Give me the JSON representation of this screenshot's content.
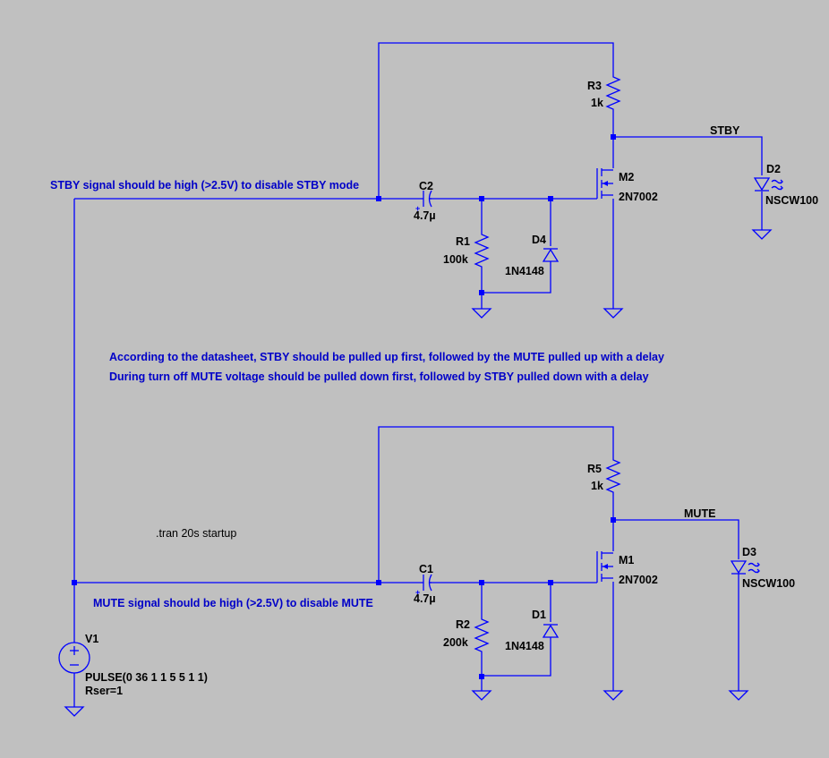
{
  "comments": {
    "stby_note": "STBY signal should be high (>2.5V) to disable STBY mode",
    "datasheet_note_1": "According to the datasheet, STBY should be pulled up first, followed by the MUTE pulled up with a delay",
    "datasheet_note_2": "During turn off MUTE voltage should be pulled down first, followed by STBY pulled down with a delay",
    "mute_note": "MUTE signal should be high (>2.5V) to disable MUTE",
    "tran_directive": ".tran 20s startup"
  },
  "nets": {
    "stby": "STBY",
    "mute": "MUTE"
  },
  "components": {
    "r3": {
      "ref": "R3",
      "value": "1k"
    },
    "r5": {
      "ref": "R5",
      "value": "1k"
    },
    "r1": {
      "ref": "R1",
      "value": "100k"
    },
    "r2": {
      "ref": "R2",
      "value": "200k"
    },
    "c2": {
      "ref": "C2",
      "value": "4.7µ"
    },
    "c1": {
      "ref": "C1",
      "value": "4.7µ"
    },
    "m2": {
      "ref": "M2",
      "value": "2N7002"
    },
    "m1": {
      "ref": "M1",
      "value": "2N7002"
    },
    "d4": {
      "ref": "D4",
      "value": "1N4148"
    },
    "d1": {
      "ref": "D1",
      "value": "1N4148"
    },
    "d2": {
      "ref": "D2",
      "value": "NSCW100"
    },
    "d3": {
      "ref": "D3",
      "value": "NSCW100"
    },
    "v1": {
      "ref": "V1",
      "value": "PULSE(0 36 1 1 5 5 1 1)",
      "rser": "Rser=1"
    }
  },
  "colors": {
    "background": "#c0c0c0",
    "wire": "#0000ff",
    "comment_text": "#0000c8",
    "label_text": "#000000"
  }
}
